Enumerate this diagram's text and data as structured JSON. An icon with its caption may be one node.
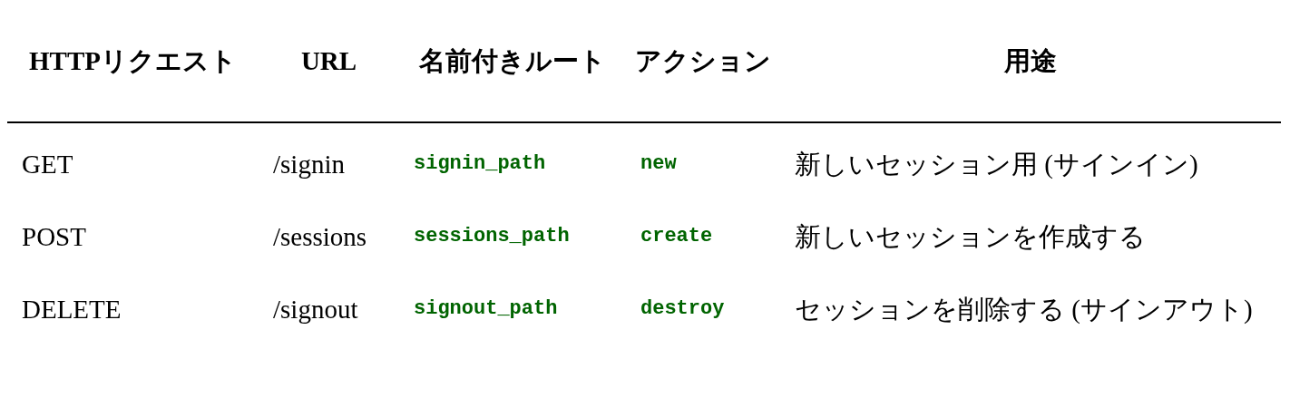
{
  "diagram": {
    "labels": [
      "HTTPリクエスト",
      "URL",
      "名前付きルート",
      "アクション",
      "用途",
      "GET",
      "/signin",
      "signin_path",
      "new",
      "新しいセッション用 (サインイン)",
      "POST",
      "/sessions",
      "sessions_path",
      "create",
      "新しいセッションを作成する",
      "DELETE",
      "/signout",
      "signout_path",
      "destroy",
      "セッションを削除する (サインアウト)"
    ]
  }
}
